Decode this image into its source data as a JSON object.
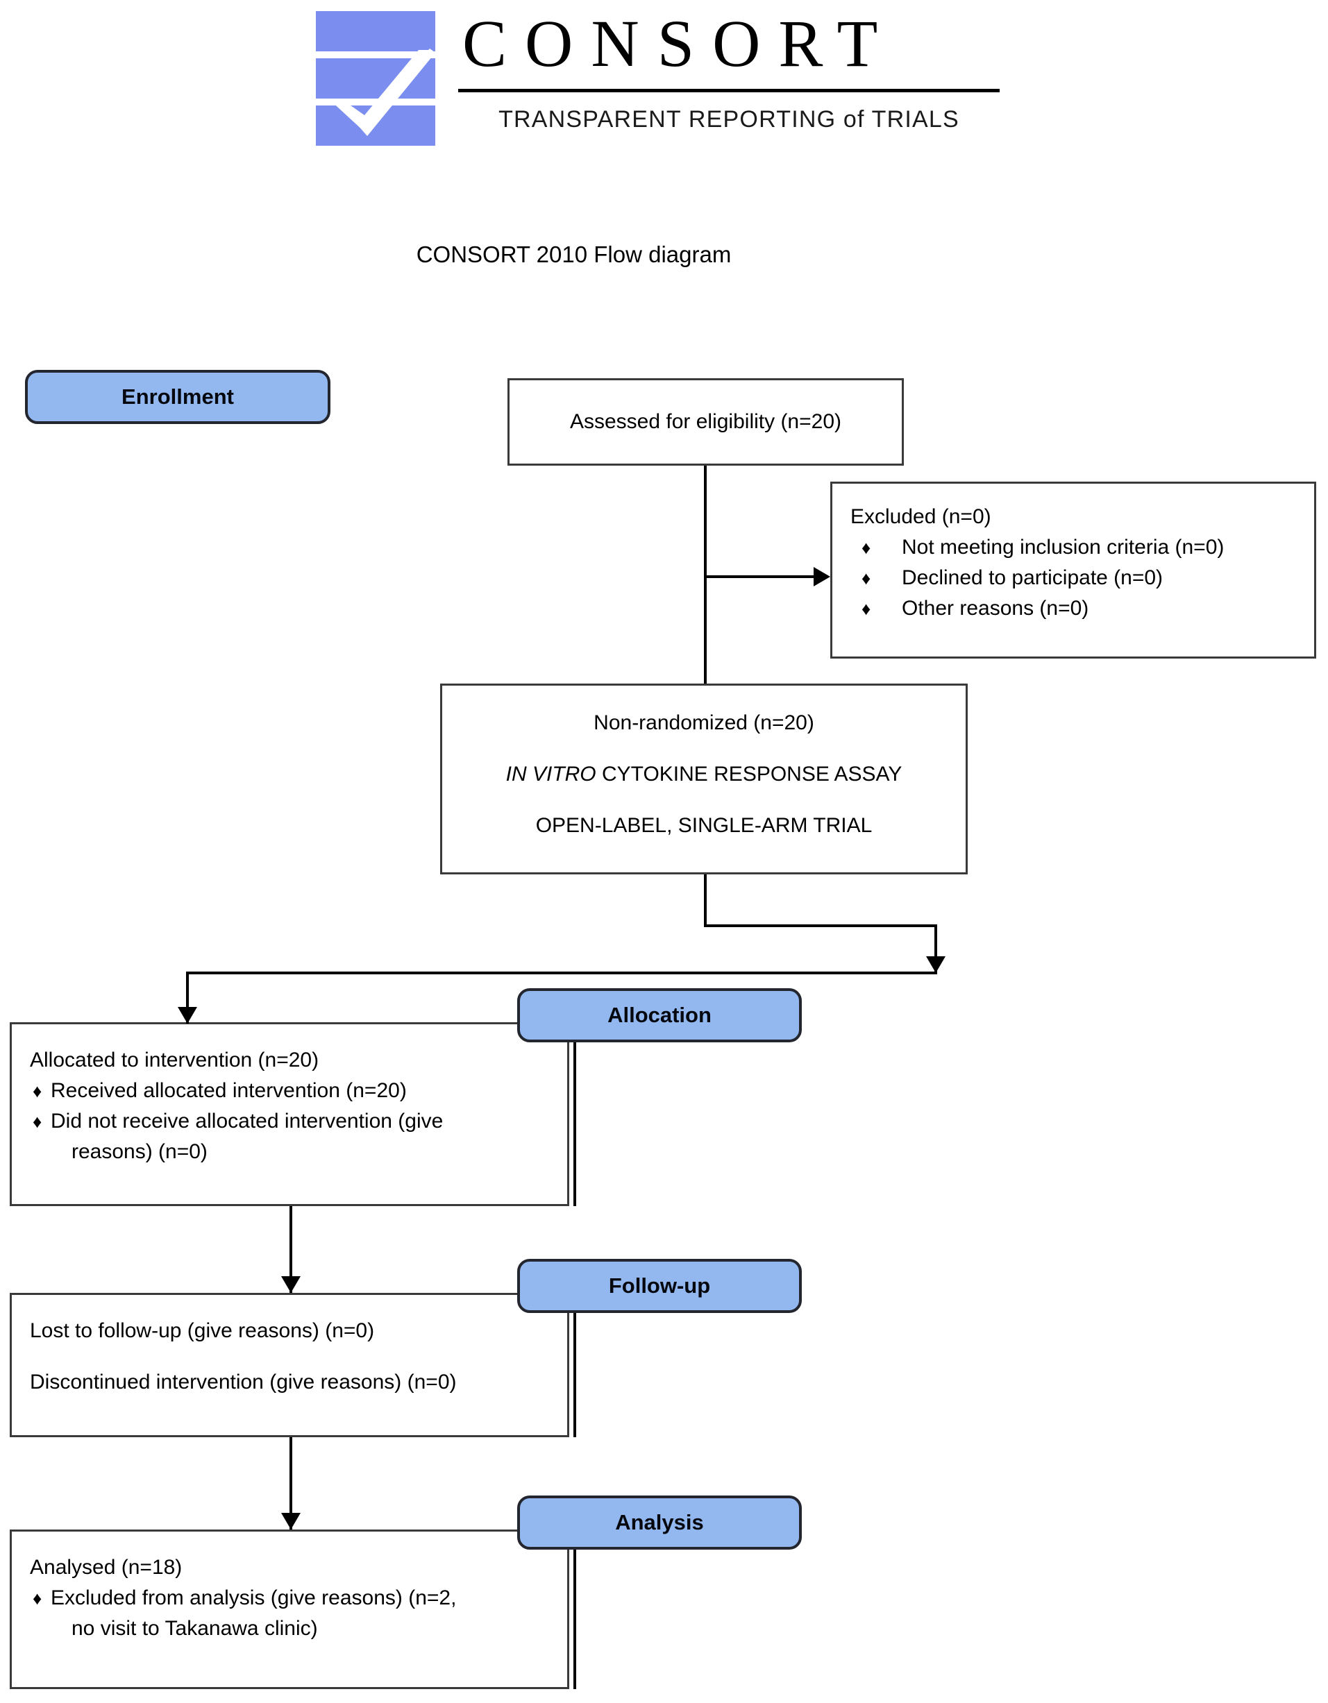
{
  "header": {
    "logo_icon": "consort-checkmark-logo",
    "brand": "CONSORT",
    "tagline": "TRANSPARENT REPORTING of TRIALS"
  },
  "diagram": {
    "title": "CONSORT 2010 Flow diagram",
    "bullet_glyph": "♦"
  },
  "stages": {
    "enrollment": "Enrollment",
    "allocation": "Allocation",
    "followup": "Follow-up",
    "analysis": "Analysis"
  },
  "boxes": {
    "assessed": {
      "line1": "Assessed for eligibility (n=20)"
    },
    "excluded": {
      "title": "Excluded (n=0)",
      "items": [
        "Not meeting inclusion criteria (n=0)",
        "Declined to participate (n=0)",
        "Other reasons (n=0)"
      ]
    },
    "nonrandomized": {
      "line1": "Non-randomized (n=20)",
      "line2_italic": "IN VITRO",
      "line2_rest": " CYTOKINE RESPONSE ASSAY",
      "line3": "OPEN-LABEL, SINGLE-ARM TRIAL"
    },
    "allocated": {
      "title": "Allocated to intervention (n=20)",
      "item1": "Received allocated intervention (n=20)",
      "item2a": "Did not receive allocated intervention (give",
      "item2b": "reasons) (n=0)"
    },
    "followup": {
      "line1": "Lost to follow-up (give reasons) (n=0)",
      "line2": "Discontinued intervention (give reasons) (n=0)"
    },
    "analysed": {
      "title": "Analysed (n=18)",
      "item1a": "Excluded from analysis (give reasons) (n=2,",
      "item1b": "no visit to Takanawa clinic)"
    }
  },
  "colors": {
    "stage_fill": "#92b8ef",
    "stage_border": "#23262e",
    "box_border": "#3a3a3a",
    "logo_blue": "#7b8def",
    "connector": "#000000"
  }
}
